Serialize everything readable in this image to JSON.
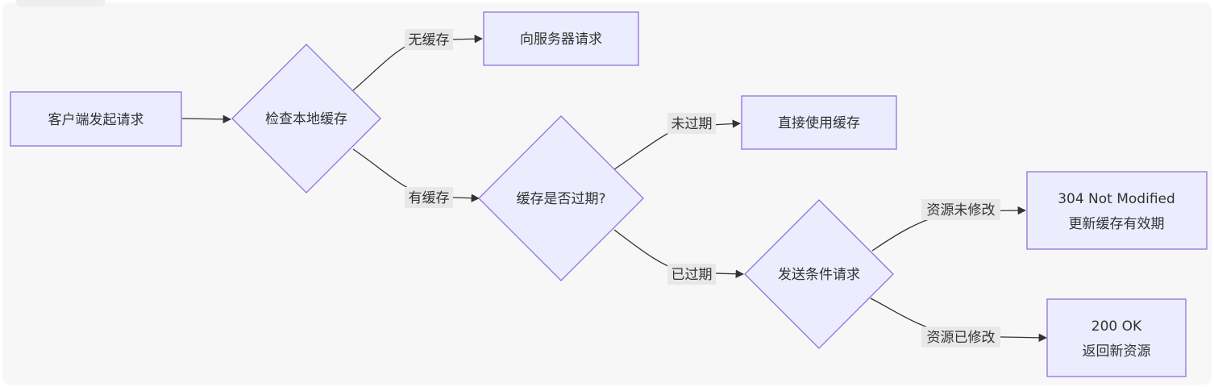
{
  "nodes": {
    "client": {
      "lines": [
        "客户端发起请求"
      ]
    },
    "check": {
      "lines": [
        "检查本地缓存"
      ]
    },
    "server": {
      "lines": [
        "向服务器请求"
      ]
    },
    "expired": {
      "lines": [
        "缓存是否过期?"
      ]
    },
    "usecache": {
      "lines": [
        "直接使用缓存"
      ]
    },
    "cond": {
      "lines": [
        "发送条件请求"
      ]
    },
    "r304": {
      "lines": [
        "304 Not Modified",
        "更新缓存有效期"
      ]
    },
    "r200": {
      "lines": [
        "200 OK",
        "返回新资源"
      ]
    }
  },
  "edges": {
    "client_check": {
      "label": ""
    },
    "check_server": {
      "label": "无缓存"
    },
    "check_expired": {
      "label": "有缓存"
    },
    "expired_use": {
      "label": "未过期"
    },
    "expired_cond": {
      "label": "已过期"
    },
    "cond_304": {
      "label": "资源未修改"
    },
    "cond_200": {
      "label": "资源已修改"
    }
  },
  "colors": {
    "node_fill": "#ECECFF",
    "node_stroke": "#9370DB",
    "edge": "#333333",
    "label_bg": "#e8e8e8"
  }
}
